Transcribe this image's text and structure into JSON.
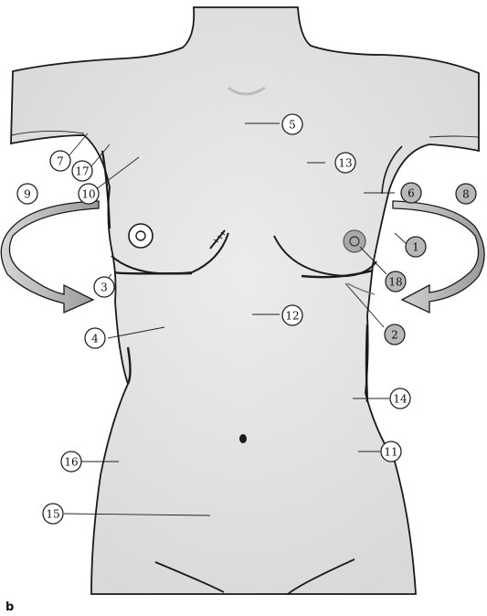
{
  "panel_label": "b",
  "callouts": [
    {
      "id": "c1",
      "text": "1",
      "shaded": true
    },
    {
      "id": "c2",
      "text": "2",
      "shaded": true
    },
    {
      "id": "c3",
      "text": "3",
      "shaded": false
    },
    {
      "id": "c4",
      "text": "4",
      "shaded": false
    },
    {
      "id": "c5",
      "text": "5",
      "shaded": false
    },
    {
      "id": "c6",
      "text": "6",
      "shaded": true
    },
    {
      "id": "c7",
      "text": "7",
      "shaded": false
    },
    {
      "id": "c8",
      "text": "8",
      "shaded": true
    },
    {
      "id": "c9",
      "text": "9",
      "shaded": false
    },
    {
      "id": "c10",
      "text": "10",
      "shaded": false
    },
    {
      "id": "c11",
      "text": "11",
      "shaded": false
    },
    {
      "id": "c12",
      "text": "12",
      "shaded": false
    },
    {
      "id": "c13",
      "text": "13",
      "shaded": false
    },
    {
      "id": "c14",
      "text": "14",
      "shaded": false
    },
    {
      "id": "c15",
      "text": "15",
      "shaded": false
    },
    {
      "id": "c16",
      "text": "16",
      "shaded": false
    },
    {
      "id": "c17",
      "text": "17",
      "shaded": false
    },
    {
      "id": "c18",
      "text": "18",
      "shaded": true
    }
  ],
  "colors": {
    "body_fill": "#e4e4e4",
    "outline": "#1a1a1a",
    "shaded_callout": "#b8b8b8",
    "plain_callout": "#ffffff",
    "arrow_fill": "#c9c9c9"
  }
}
